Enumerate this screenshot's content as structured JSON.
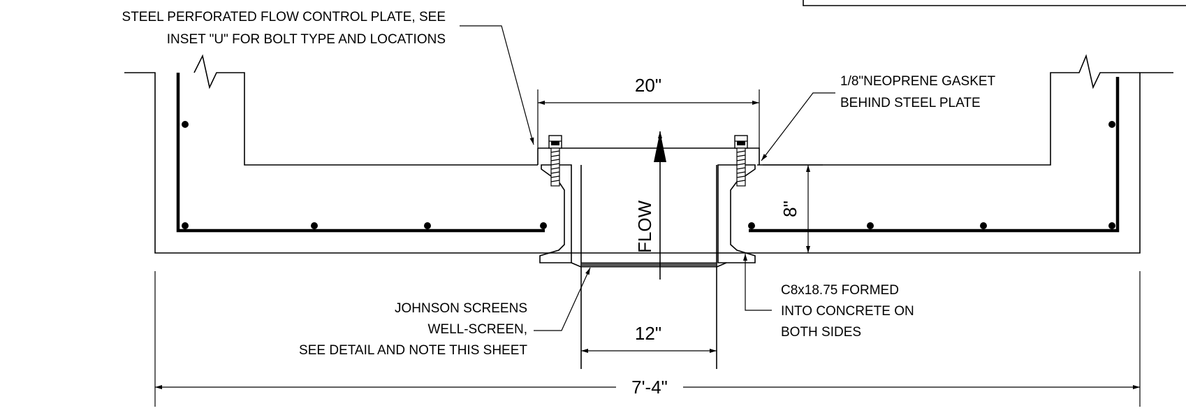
{
  "labels": {
    "plate_line1": "STEEL PERFORATED FLOW CONTROL PLATE, SEE",
    "plate_line2": "INSET \"U\" FOR BOLT TYPE AND LOCATIONS",
    "gasket_line1": "1/8\"NEOPRENE GASKET",
    "gasket_line2": "BEHIND STEEL PLATE",
    "screen_line1": "JOHNSON SCREENS",
    "screen_line2": "WELL-SCREEN,",
    "screen_line3": "SEE DETAIL AND NOTE THIS SHEET",
    "channel_line1": "C8x18.75 FORMED",
    "channel_line2": "INTO CONCRETE ON",
    "channel_line3": "BOTH SIDES",
    "flow": "FLOW"
  },
  "dimensions": {
    "plate_width": "20\"",
    "depth": "8\"",
    "opening_width": "12\"",
    "overall_width": "7'-4\""
  }
}
